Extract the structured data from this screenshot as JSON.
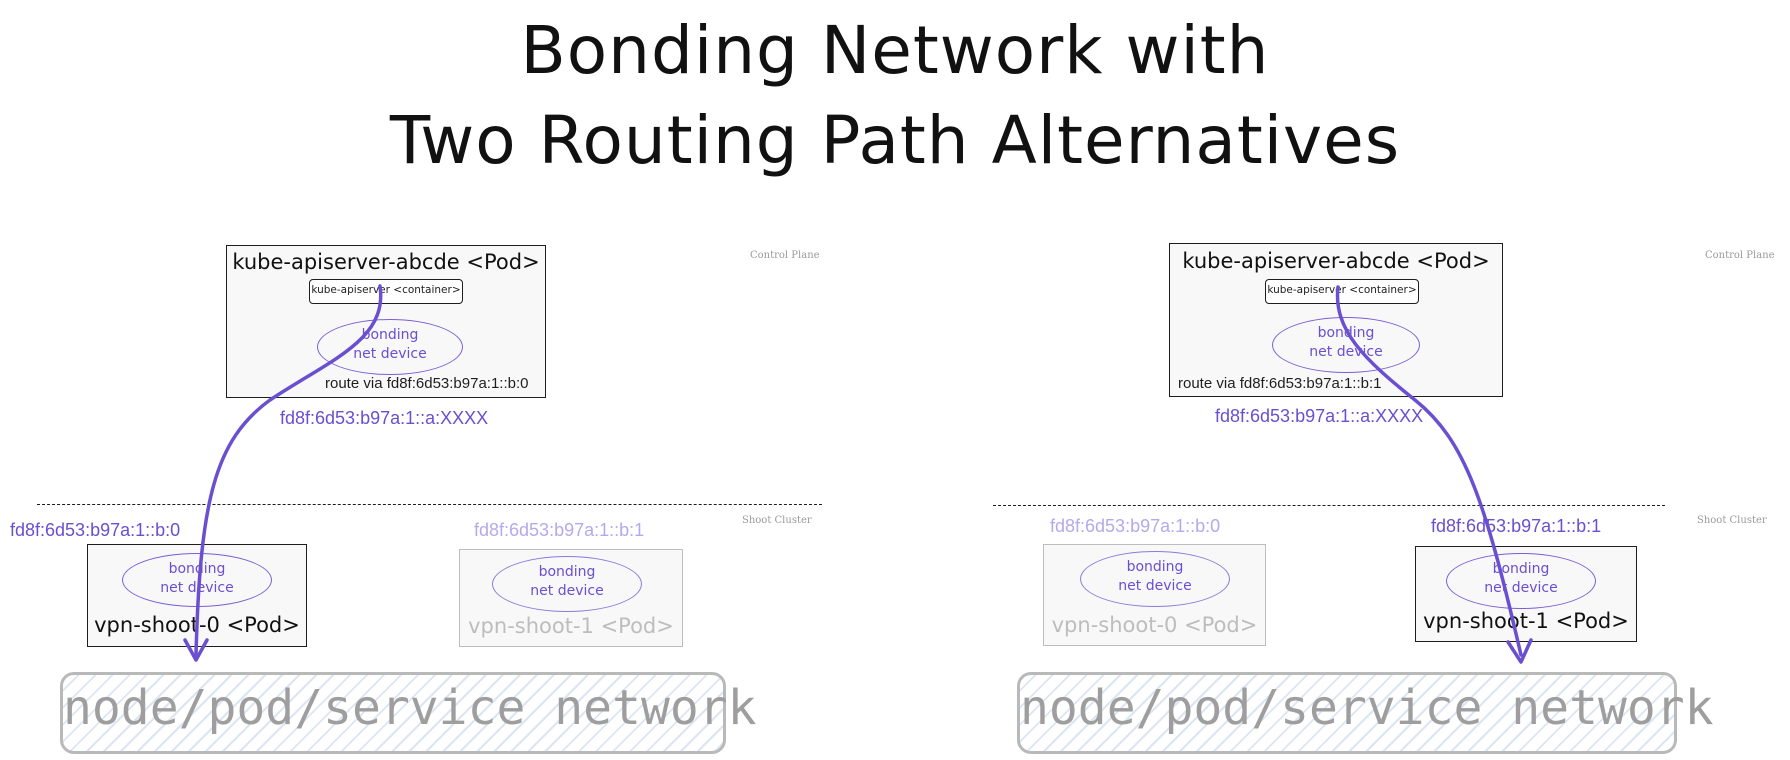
{
  "title": {
    "line1": "Bonding Network with",
    "line2": "Two Routing Path Alternatives"
  },
  "colors": {
    "accent": "#6a4fd0",
    "faded_accent": "#b6a9eb",
    "network_border": "#b9b9b9",
    "faded_border": "#bdbdbd"
  },
  "left": {
    "control_plane_label": "Control Plane",
    "shoot_cluster_label": "Shoot Cluster",
    "apiserver_pod": "kube-apiserver-abcde <Pod>",
    "apiserver_container": "kube-apiserver <container>",
    "bonding_line1": "bonding",
    "bonding_line2": "net device",
    "route": "route via fd8f:6d53:b97a:1::b:0",
    "pod_address": "fd8f:6d53:b97a:1::a:XXXX",
    "vpn0_address": "fd8f:6d53:b97a:1::b:0",
    "vpn1_address": "fd8f:6d53:b97a:1::b:1",
    "vpn0_pod": "vpn-shoot-0 <Pod>",
    "vpn1_pod": "vpn-shoot-1 <Pod>",
    "network": "node/pod/service network"
  },
  "right": {
    "control_plane_label": "Control Plane",
    "shoot_cluster_label": "Shoot Cluster",
    "apiserver_pod": "kube-apiserver-abcde <Pod>",
    "apiserver_container": "kube-apiserver <container>",
    "bonding_line1": "bonding",
    "bonding_line2": "net device",
    "route": "route via fd8f:6d53:b97a:1::b:1",
    "pod_address": "fd8f:6d53:b97a:1::a:XXXX",
    "vpn0_address": "fd8f:6d53:b97a:1::b:0",
    "vpn1_address": "fd8f:6d53:b97a:1::b:1",
    "vpn0_pod": "vpn-shoot-0 <Pod>",
    "vpn1_pod": "vpn-shoot-1 <Pod>",
    "network": "node/pod/service network"
  }
}
